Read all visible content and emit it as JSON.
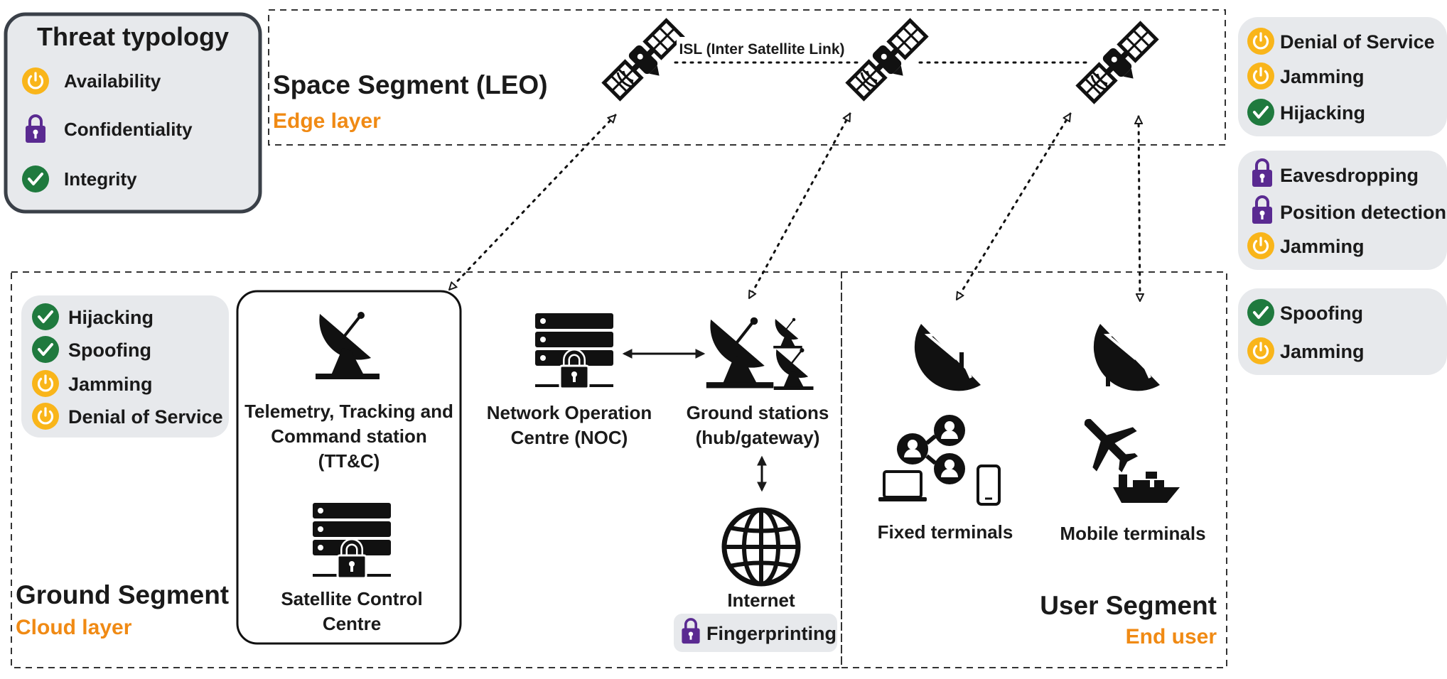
{
  "colors": {
    "availability": "#f9b51a",
    "confidentiality": "#5a2a91",
    "integrity": "#1f7a3e",
    "panel_bg": "#e7e9ec",
    "accent_orange": "#f08a14"
  },
  "legend": {
    "title": "Threat typology",
    "items": [
      {
        "type": "availability",
        "icon": "power-icon",
        "label": "Availability"
      },
      {
        "type": "confidentiality",
        "icon": "lock-icon",
        "label": "Confidentiality"
      },
      {
        "type": "integrity",
        "icon": "check-icon",
        "label": "Integrity"
      }
    ]
  },
  "space": {
    "title": "Space Segment (LEO)",
    "layer": "Edge layer",
    "isl_label": "ISL (Inter Satellite Link)"
  },
  "ground": {
    "title": "Ground Segment",
    "layer": "Cloud layer",
    "threats": [
      {
        "type": "integrity",
        "label": "Hijacking"
      },
      {
        "type": "integrity",
        "label": "Spoofing"
      },
      {
        "type": "availability",
        "label": "Jamming"
      },
      {
        "type": "availability",
        "label": "Denial of Service"
      }
    ],
    "ttc_label": [
      "Telemetry, Tracking and",
      "Command station",
      "(TT&C)"
    ],
    "scc_label": [
      "Satellite Control",
      "Centre"
    ],
    "noc_label": [
      "Network Operation",
      "Centre (NOC)"
    ],
    "gs_label": [
      "Ground stations",
      "(hub/gateway)"
    ],
    "internet_label": "Internet",
    "internet_threat": {
      "type": "confidentiality",
      "label": "Fingerprinting"
    }
  },
  "user": {
    "title": "User Segment",
    "layer": "End user",
    "fixed_label": "Fixed terminals",
    "mobile_label": "Mobile terminals"
  },
  "right_panels": [
    {
      "threats": [
        {
          "type": "availability",
          "label": "Denial of Service"
        },
        {
          "type": "availability",
          "label": "Jamming"
        },
        {
          "type": "integrity",
          "label": "Hijacking"
        }
      ]
    },
    {
      "threats": [
        {
          "type": "confidentiality",
          "label": "Eavesdropping"
        },
        {
          "type": "confidentiality",
          "label": "Position detection"
        },
        {
          "type": "availability",
          "label": "Jamming"
        }
      ]
    },
    {
      "threats": [
        {
          "type": "integrity",
          "label": "Spoofing"
        },
        {
          "type": "availability",
          "label": "Jamming"
        }
      ]
    }
  ]
}
